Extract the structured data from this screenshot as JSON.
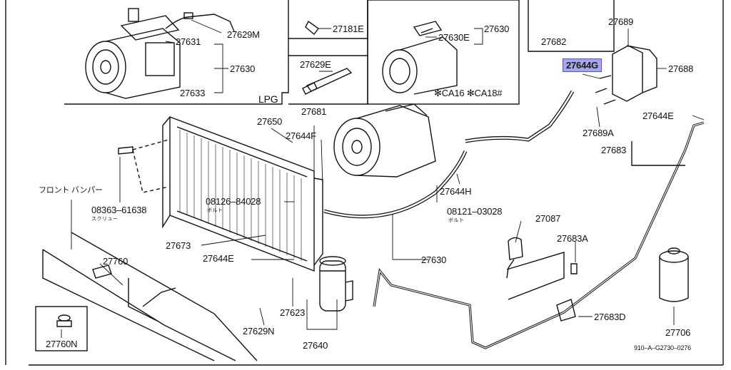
{
  "diagram": {
    "highlight_color": "#a7a6e6",
    "callouts": {
      "c27629M": "27629M",
      "c27631": "27631",
      "c27630a": "27630",
      "c27633": "27633",
      "c27181E": "27181E",
      "c27629E": "27629E",
      "lpg": "LPG",
      "c27630b": "27630",
      "c27630E": "27630E",
      "ca_note": "✻CA16 ✻CA18#",
      "c27682": "27682",
      "c27644G": "27644G",
      "c27689": "27689",
      "c27688": "27688",
      "c27689A": "27689A",
      "c27644E_r": "27644E",
      "c27683": "27683",
      "c27650": "27650",
      "c27681": "27681",
      "c27644F": "27644F",
      "c27644H": "27644H",
      "c08363": "08363–61638",
      "screw_jp": "スクリュー",
      "front_bumper_jp": "フロント バンパー",
      "c08126": "08126–84028",
      "bolt_jp_1": "ボルト",
      "c08121": "08121–03028",
      "bolt_jp_2": "ボルト",
      "c27087": "27087",
      "c27673": "27673",
      "c27644E_l": "27644E",
      "c27683A": "27683A",
      "c27760": "27760",
      "c27630c": "27630",
      "c27623": "27623",
      "c27683D": "27683D",
      "c27760N": "27760N",
      "c27629N": "27629N",
      "c27640": "27640",
      "c27706": "27706",
      "figure_code": "910–A–G2730–0276"
    }
  }
}
